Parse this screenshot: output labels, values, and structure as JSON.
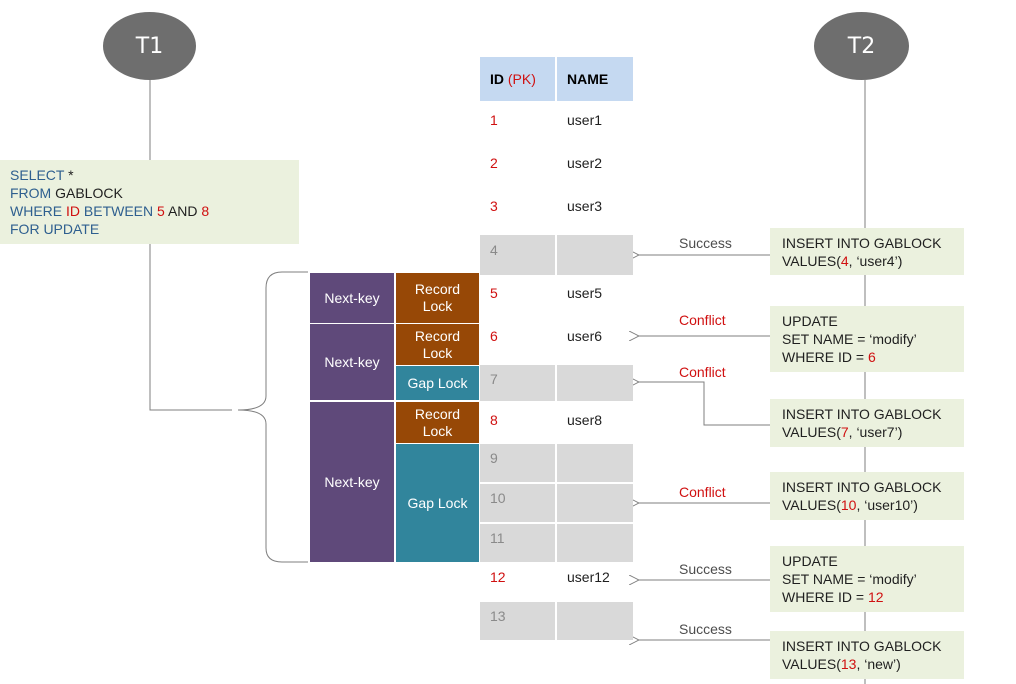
{
  "transactions": {
    "t1": "T1",
    "t2": "T2"
  },
  "t1_query": {
    "l1_kw": "SELECT",
    "l1_rest": " *",
    "l2_kw": "FROM",
    "l2_rest": " GABLOCK",
    "l3_kw": "WHERE",
    "l3_col": "ID",
    "l3_kw2": "BETWEEN",
    "l3_v1": "5",
    "l3_and": "AND",
    "l3_v2": "8",
    "l4_kw": "FOR UPDATE"
  },
  "table": {
    "header_id": "ID",
    "header_pk": "(PK)",
    "header_name": "NAME",
    "rows": [
      {
        "id": "1",
        "name": "user1"
      },
      {
        "id": "2",
        "name": "user2"
      },
      {
        "id": "3",
        "name": "user3"
      },
      {
        "id": "4",
        "name": ""
      },
      {
        "id": "5",
        "name": "user5"
      },
      {
        "id": "6",
        "name": "user6"
      },
      {
        "id": "7",
        "name": ""
      },
      {
        "id": "8",
        "name": "user8"
      },
      {
        "id": "9",
        "name": ""
      },
      {
        "id": "10",
        "name": ""
      },
      {
        "id": "11",
        "name": ""
      },
      {
        "id": "12",
        "name": "user12"
      },
      {
        "id": "13",
        "name": ""
      }
    ]
  },
  "locks": {
    "next_key": "Next-key",
    "record_lock_1": "Record",
    "record_lock_2": "Lock",
    "gap_lock": "Gap Lock"
  },
  "results": {
    "success": "Success",
    "conflict": "Conflict"
  },
  "t2_queries": {
    "q1_l1": "INSERT INTO GABLOCK",
    "q1_l2a": "VALUES(",
    "q1_v": "4",
    "q1_l2b": ", ‘user4’)",
    "q2_l1": "UPDATE",
    "q2_l2": "SET NAME = ‘modify’",
    "q2_l3a": "WHERE ID = ",
    "q2_v": "6",
    "q3_l1": "INSERT INTO GABLOCK",
    "q3_l2a": "VALUES(",
    "q3_v": "7",
    "q3_l2b": ", ‘user7’)",
    "q4_l1": "INSERT INTO GABLOCK",
    "q4_l2a": "VALUES(",
    "q4_v": "10",
    "q4_l2b": ", ‘user10’)",
    "q5_l1": "UPDATE",
    "q5_l2": "SET NAME = ‘modify’",
    "q5_l3a": "WHERE ID = ",
    "q5_v": "12",
    "q6_l1": "INSERT INTO GABLOCK",
    "q6_l2a": "VALUES(",
    "q6_v": "13",
    "q6_l2b": ", ‘new’)"
  },
  "colors": {
    "next_key": "#5f497a",
    "record_lock": "#974806",
    "gap_lock": "#31859c",
    "gap_row": "#d9d9d9",
    "header": "#c5d9f1",
    "sql_bg": "#ebf1de",
    "red": "#d01010"
  }
}
